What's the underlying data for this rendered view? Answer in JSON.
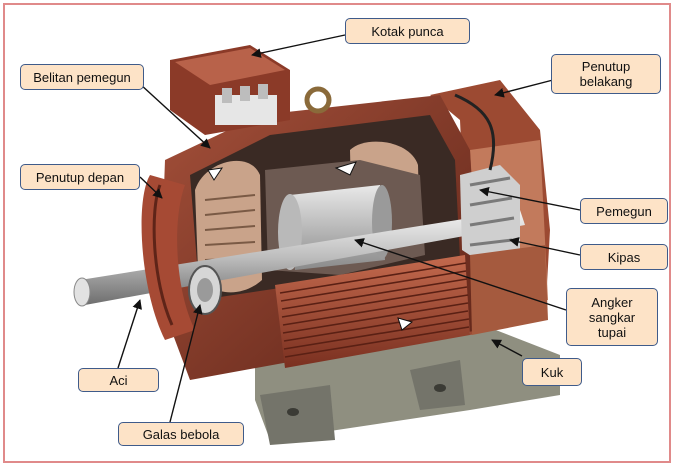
{
  "labels": {
    "kotak_punca": "Kotak punca",
    "belitan_pemegun": "Belitan pemegun",
    "penutup_belakang": "Penutup belakang",
    "penutup_depan": "Penutup depan",
    "pemegun": "Pemegun",
    "kipas": "Kipas",
    "angker": "Angker sangkar tupai",
    "aci": "Aci",
    "kuk": "Kuk",
    "galas_bebola": "Galas bebola"
  },
  "colors": {
    "frame_border": "#e08a8a",
    "callout_fill": "#fde3c7",
    "callout_border": "#3f5b8a",
    "arrow": "#111111",
    "housing": "#8b3a28",
    "housing_light": "#b8624a",
    "shaft": "#d9d9d9",
    "base": "#8f8f80"
  }
}
